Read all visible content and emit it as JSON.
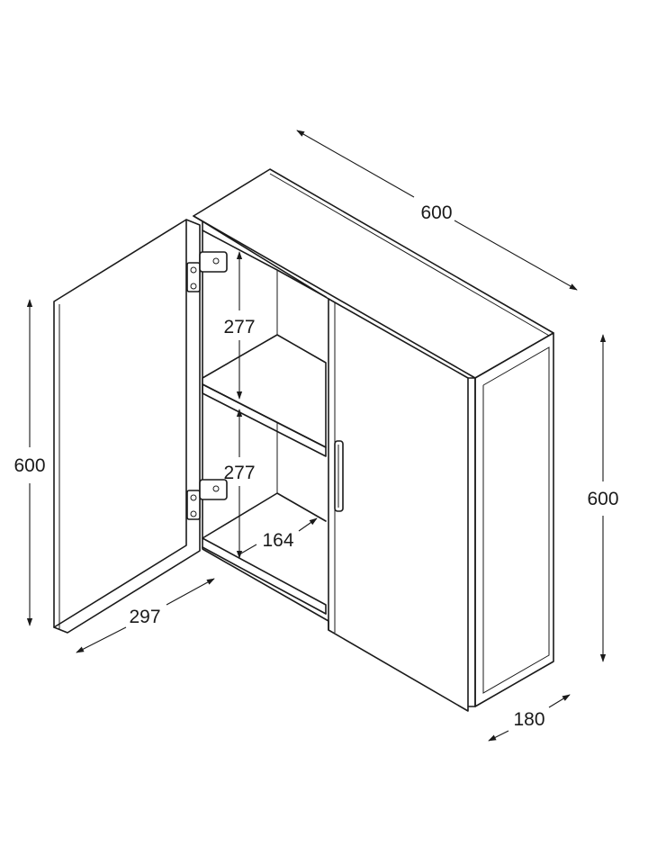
{
  "dimensions": {
    "width_top": "600",
    "height_left": "600",
    "height_right": "600",
    "depth": "180",
    "door_width": "297",
    "shelf_upper_gap": "277",
    "shelf_lower_gap": "277",
    "shelf_depth": "164"
  }
}
